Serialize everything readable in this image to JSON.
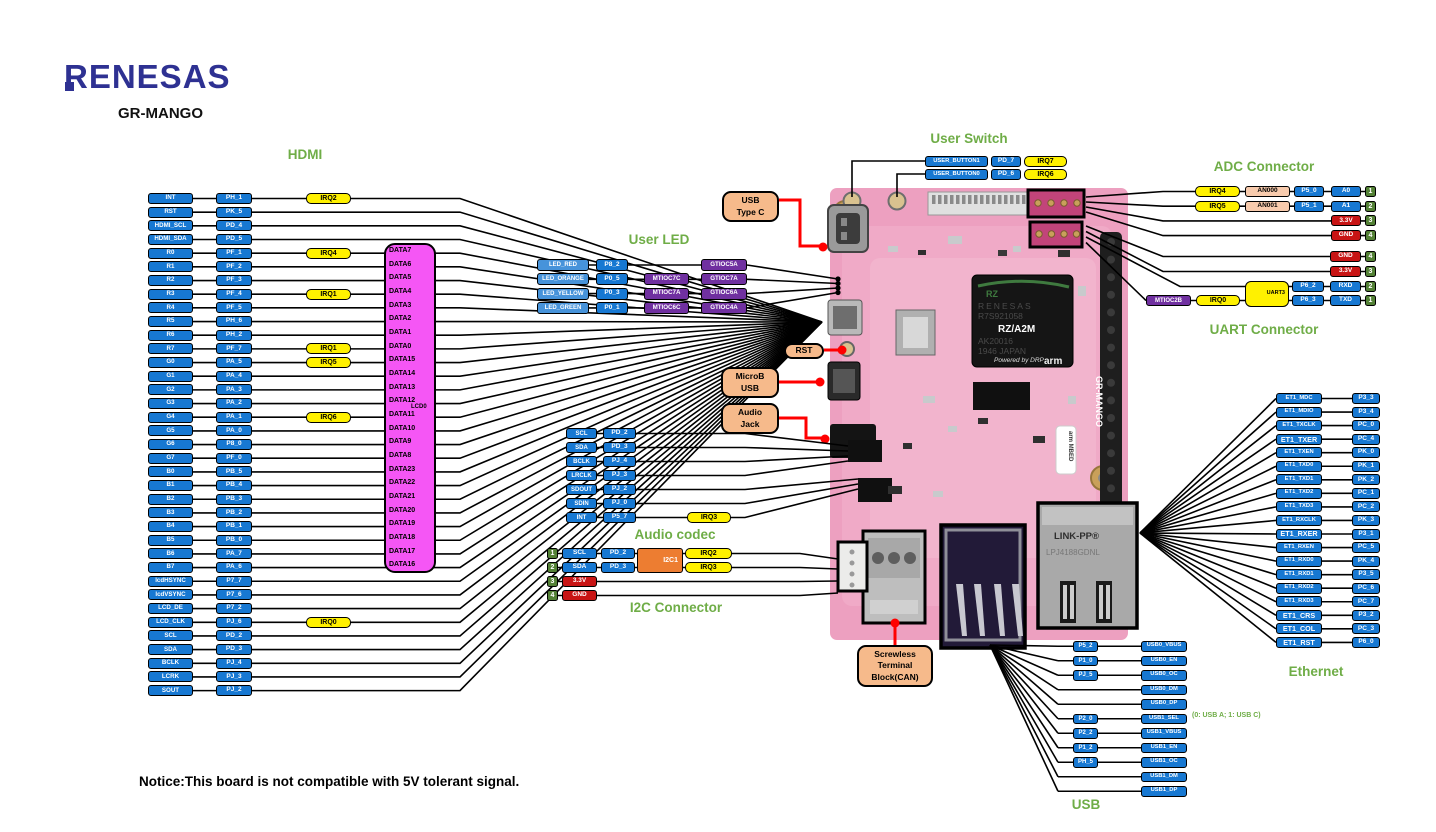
{
  "page": {
    "brand": "RENESAS",
    "board_name": "GR-MANGO",
    "notice": "Notice:This board is not compatible with 5V tolerant signal."
  },
  "colors": {
    "pin_blue": "#1778D2",
    "led_blue": "#4793DA",
    "irq_yellow": "#FFF100",
    "purple": "#7030A0",
    "lcd_magenta": "#F556F5",
    "callout_orange": "#F6BA8B",
    "peach": "#F8CBAD",
    "power_red": "#C81414",
    "pin_green": "#538135",
    "heading_green": "#6FAD47",
    "i2c_orange": "#ED7D31",
    "board_pink": "#EDA0C0"
  },
  "hdmi": {
    "title": "HDMI",
    "lcd_label": "LCD0",
    "lcd_data": [
      "DATA7",
      "DATA6",
      "DATA5",
      "DATA4",
      "DATA3",
      "DATA2",
      "DATA1",
      "DATA0",
      "DATA15",
      "DATA14",
      "DATA13",
      "DATA12",
      "DATA11",
      "DATA10",
      "DATA9",
      "DATA8",
      "DATA23",
      "DATA22",
      "DATA21",
      "DATA20",
      "DATA19",
      "DATA18",
      "DATA17",
      "DATA16"
    ],
    "rows": [
      {
        "signal": "INT",
        "pin": "PH_1",
        "irq": "IRQ2"
      },
      {
        "signal": "RST",
        "pin": "PK_5"
      },
      {
        "signal": "HDMI_SCL",
        "pin": "PD_4"
      },
      {
        "signal": "HDMI_SDA",
        "pin": "PD_5"
      },
      {
        "signal": "R0",
        "pin": "PF_1",
        "irq": "IRQ4"
      },
      {
        "signal": "R1",
        "pin": "PF_2"
      },
      {
        "signal": "R2",
        "pin": "PF_3"
      },
      {
        "signal": "R3",
        "pin": "PF_4",
        "irq": "IRQ1"
      },
      {
        "signal": "R4",
        "pin": "PF_5"
      },
      {
        "signal": "R5",
        "pin": "PH_6"
      },
      {
        "signal": "R6",
        "pin": "PH_2"
      },
      {
        "signal": "R7",
        "pin": "PF_7",
        "irq": "IRQ1"
      },
      {
        "signal": "G0",
        "pin": "PA_5",
        "irq": "IRQ5"
      },
      {
        "signal": "G1",
        "pin": "PA_4"
      },
      {
        "signal": "G2",
        "pin": "PA_3"
      },
      {
        "signal": "G3",
        "pin": "PA_2"
      },
      {
        "signal": "G4",
        "pin": "PA_1",
        "irq": "IRQ6"
      },
      {
        "signal": "G5",
        "pin": "PA_0"
      },
      {
        "signal": "G6",
        "pin": "P8_0"
      },
      {
        "signal": "G7",
        "pin": "PF_0"
      },
      {
        "signal": "B0",
        "pin": "PB_5"
      },
      {
        "signal": "B1",
        "pin": "PB_4"
      },
      {
        "signal": "B2",
        "pin": "PB_3"
      },
      {
        "signal": "B3",
        "pin": "PB_2"
      },
      {
        "signal": "B4",
        "pin": "PB_1"
      },
      {
        "signal": "B5",
        "pin": "PB_0"
      },
      {
        "signal": "B6",
        "pin": "PA_7"
      },
      {
        "signal": "B7",
        "pin": "PA_6"
      },
      {
        "signal": "lcdHSYNC",
        "pin": "P7_7"
      },
      {
        "signal": "lcdVSYNC",
        "pin": "P7_6"
      },
      {
        "signal": "LCD_DE",
        "pin": "P7_2"
      },
      {
        "signal": "LCD_CLK",
        "pin": "PJ_6",
        "irq": "IRQ0"
      },
      {
        "signal": "SCL",
        "pin": "PD_2"
      },
      {
        "signal": "SDA",
        "pin": "PD_3"
      },
      {
        "signal": "BCLK",
        "pin": "PJ_4"
      },
      {
        "signal": "LCRK",
        "pin": "PJ_3"
      },
      {
        "signal": "SOUT",
        "pin": "PJ_2"
      }
    ]
  },
  "user_switch": {
    "title": "User Switch",
    "rows": [
      {
        "signal": "USER_BUTTON1",
        "pin": "PD_7",
        "irq": "IRQ7"
      },
      {
        "signal": "USER_BUTTON0",
        "pin": "PD_6",
        "irq": "IRQ6"
      }
    ]
  },
  "user_led": {
    "title": "User LED",
    "rows": [
      {
        "signal": "LED_RED",
        "pin": "P8_2",
        "gtioc": "GTIOC5A"
      },
      {
        "signal": "LED_ORANGE",
        "pin": "P0_5",
        "mtioc": "MTIOC7C",
        "gtioc": "GTIOC7A"
      },
      {
        "signal": "LED_YELLOW",
        "pin": "P0_3",
        "mtioc": "MTIOC7A",
        "gtioc": "GTIOC6A"
      },
      {
        "signal": "LED_GREEN",
        "pin": "P0_1",
        "mtioc": "MTIOC6C",
        "gtioc": "GTIOC4A"
      }
    ]
  },
  "callouts": [
    {
      "id": "usb-type-c",
      "lines": [
        "USB",
        "Type C"
      ]
    },
    {
      "id": "rst",
      "lines": [
        "RST"
      ]
    },
    {
      "id": "microb-usb",
      "lines": [
        "MicroB",
        "USB"
      ]
    },
    {
      "id": "audio-jack",
      "lines": [
        "Audio",
        "Jack"
      ]
    },
    {
      "id": "screwless-terminal",
      "lines": [
        "Screwless",
        "Terminal",
        "Block(CAN)"
      ]
    }
  ],
  "audio_codec": {
    "title": "Audio codec",
    "rows": [
      {
        "signal": "SCL",
        "pin": "PD_2"
      },
      {
        "signal": "SDA",
        "pin": "PD_3"
      },
      {
        "signal": "BCLK",
        "pin": "PJ_4"
      },
      {
        "signal": "LRCLK",
        "pin": "PJ_3"
      },
      {
        "signal": "SDOUT",
        "pin": "PJ_2"
      },
      {
        "signal": "SDIN",
        "pin": "PJ_0"
      },
      {
        "signal": "INT",
        "pin": "P5_7",
        "irq": "IRQ3"
      }
    ]
  },
  "i2c": {
    "title": "I2C  Connector",
    "chip": "I2C1",
    "chip_pins": [
      "SCL",
      "SDA"
    ],
    "rows": [
      {
        "num": "1",
        "signal": "SCL",
        "pin": "PD_2",
        "irq": "IRQ2"
      },
      {
        "num": "2",
        "signal": "SDA",
        "pin": "PD_3",
        "irq": "IRQ3"
      },
      {
        "num": "3",
        "signal": "3.3V",
        "power": true
      },
      {
        "num": "4",
        "signal": "GND",
        "power": true
      }
    ]
  },
  "adc": {
    "title": "ADC  Connector",
    "rows": [
      {
        "irq": "IRQ4",
        "an": "AN000",
        "pin": "P5_0",
        "signal": "A0",
        "num": "1"
      },
      {
        "irq": "IRQ5",
        "an": "AN001",
        "pin": "P5_1",
        "signal": "A1",
        "num": "2"
      },
      {
        "signal": "3.3V",
        "num": "3",
        "power": true
      },
      {
        "signal": "GND",
        "num": "4",
        "power": true
      }
    ]
  },
  "uart": {
    "title": "UART  Connector",
    "chip": "UART3",
    "chip_pins": [
      "RxD",
      "TxD"
    ],
    "mtioc": "MTIOC2B",
    "irq": "IRQ0",
    "rows": [
      {
        "signal": "GND",
        "num": "4",
        "power": true
      },
      {
        "signal": "3.3V",
        "num": "3",
        "power": true
      },
      {
        "pin": "P6_2",
        "signal": "RXD",
        "num": "2"
      },
      {
        "pin": "P6_3",
        "signal": "TXD",
        "num": "1"
      }
    ]
  },
  "ethernet": {
    "title": "Ethernet",
    "rows": [
      {
        "signal": "ET1_MDC",
        "pin": "P3_3"
      },
      {
        "signal": "ET1_MDIO",
        "pin": "P3_4"
      },
      {
        "signal": "ET1_TXCLK",
        "pin": "PC_0"
      },
      {
        "signal": "ET1_TXER",
        "pin": "PC_4",
        "big": true
      },
      {
        "signal": "ET1_TXEN",
        "pin": "PK_0"
      },
      {
        "signal": "ET1_TXD0",
        "pin": "PK_1"
      },
      {
        "signal": "ET1_TXD1",
        "pin": "PK_2"
      },
      {
        "signal": "ET1_TXD2",
        "pin": "PC_1"
      },
      {
        "signal": "ET1_TXD3",
        "pin": "PC_2"
      },
      {
        "signal": "ET1_RXCLK",
        "pin": "PK_3"
      },
      {
        "signal": "ET1_RXER",
        "pin": "P3_1",
        "big": true
      },
      {
        "signal": "ET1_RXEN",
        "pin": "PC_5"
      },
      {
        "signal": "ET1_RXD0",
        "pin": "PK_4"
      },
      {
        "signal": "ET1_RXD1",
        "pin": "P3_5"
      },
      {
        "signal": "ET1_RXD2",
        "pin": "PC_6"
      },
      {
        "signal": "ET1_RXD3",
        "pin": "PC_7"
      },
      {
        "signal": "ET1_CRS",
        "pin": "P3_2",
        "big": true
      },
      {
        "signal": "ET1_COL",
        "pin": "PC_3",
        "big": true
      },
      {
        "signal": "ET1_RST",
        "pin": "P6_0",
        "big": true
      }
    ]
  },
  "usb": {
    "title": "USB",
    "note": "(0: USB A; 1: USB C)",
    "rows": [
      {
        "pin": "P5_2",
        "signal": "USB0_VBUS"
      },
      {
        "pin": "P1_0",
        "signal": "USB0_EN"
      },
      {
        "pin": "PJ_5",
        "signal": "USB0_OC"
      },
      {
        "signal": "USB0_DM"
      },
      {
        "signal": "USB0_DP"
      },
      {
        "pin": "P2_0",
        "signal": "USB1_SEL"
      },
      {
        "pin": "P2_2",
        "signal": "USB1_VBUS"
      },
      {
        "pin": "P1_2",
        "signal": "USB1_EN"
      },
      {
        "pin": "PH_5",
        "signal": "USB1_OC"
      },
      {
        "signal": "USB1_DM"
      },
      {
        "signal": "USB1_DP"
      }
    ]
  },
  "board": {
    "chip": {
      "logo": "RZ",
      "maker": "RENESAS",
      "part": "R7S921058",
      "family": "RZ/A2M",
      "lot": "AK20016",
      "date": "1946    JAPAN",
      "drp": "Powered by DRP",
      "arm": "arm"
    },
    "ethernet_jack": {
      "brand": "LINK-PP®",
      "part": "LPJ4188GDNL"
    },
    "silk": "GR-MANGO",
    "mbed": "arm MBED"
  }
}
